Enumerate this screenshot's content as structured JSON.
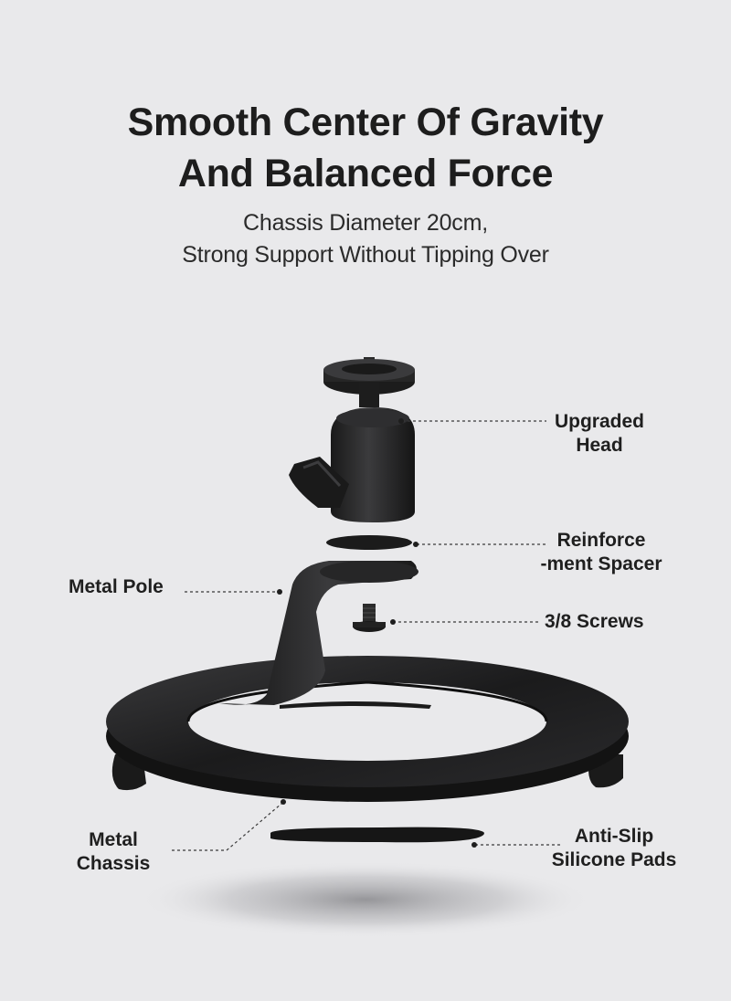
{
  "heading": {
    "line1": "Smooth Center Of Gravity",
    "line2": "And Balanced Force"
  },
  "subheading": {
    "line1": "Chassis Diameter 20cm,",
    "line2": "Strong Support Without Tipping Over"
  },
  "parts": {
    "upgraded_head": {
      "line1": "Upgraded",
      "line2": "Head"
    },
    "spacer": {
      "line1": "Reinforce",
      "line2": "-ment Spacer"
    },
    "screws": {
      "line1": "3/8 Screws"
    },
    "pole": {
      "line1": "Metal Pole"
    },
    "chassis": {
      "line1": "Metal",
      "line2": "Chassis"
    },
    "pads": {
      "line1": "Anti-Slip",
      "line2": "Silicone Pads"
    }
  },
  "colors": {
    "background": "#e9e9eb",
    "product": "#151515",
    "text": "#1f1f1f"
  }
}
